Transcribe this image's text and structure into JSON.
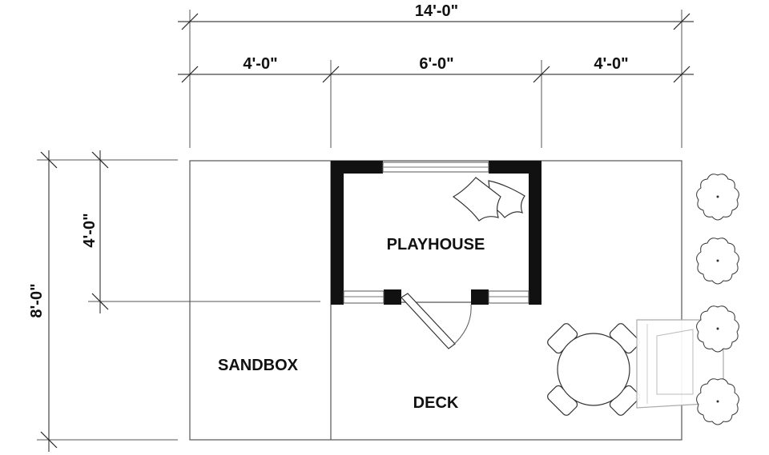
{
  "dimensions": {
    "overall_width": "14'-0\"",
    "left_width": "4'-0\"",
    "middle_width": "6'-0\"",
    "right_width": "4'-0\"",
    "overall_depth": "8'-0\"",
    "sandbox_depth": "4'-0\""
  },
  "rooms": {
    "playhouse": "PLAYHOUSE",
    "sandbox": "SANDBOX",
    "deck": "DECK"
  },
  "icons": [
    "shrub-icon",
    "table-chairs-icon",
    "slide-icon",
    "pillow-icon",
    "door-icon"
  ]
}
